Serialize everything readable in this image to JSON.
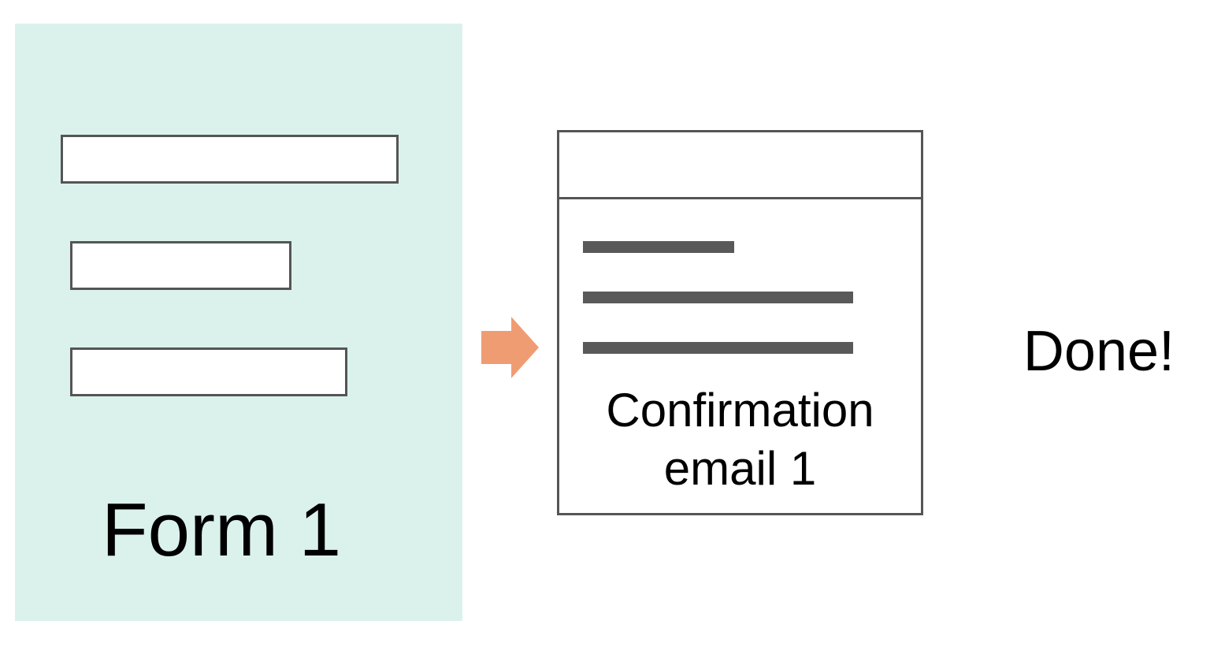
{
  "form": {
    "label": "Form 1",
    "panel_color": "#dbf2ec",
    "field_count": 3
  },
  "arrow": {
    "icon": "arrow-right-icon",
    "color": "#f09c73"
  },
  "email": {
    "label_line1": "Confirmation",
    "label_line2": "email 1",
    "text_line_count": 3
  },
  "done": {
    "label": "Done!"
  }
}
